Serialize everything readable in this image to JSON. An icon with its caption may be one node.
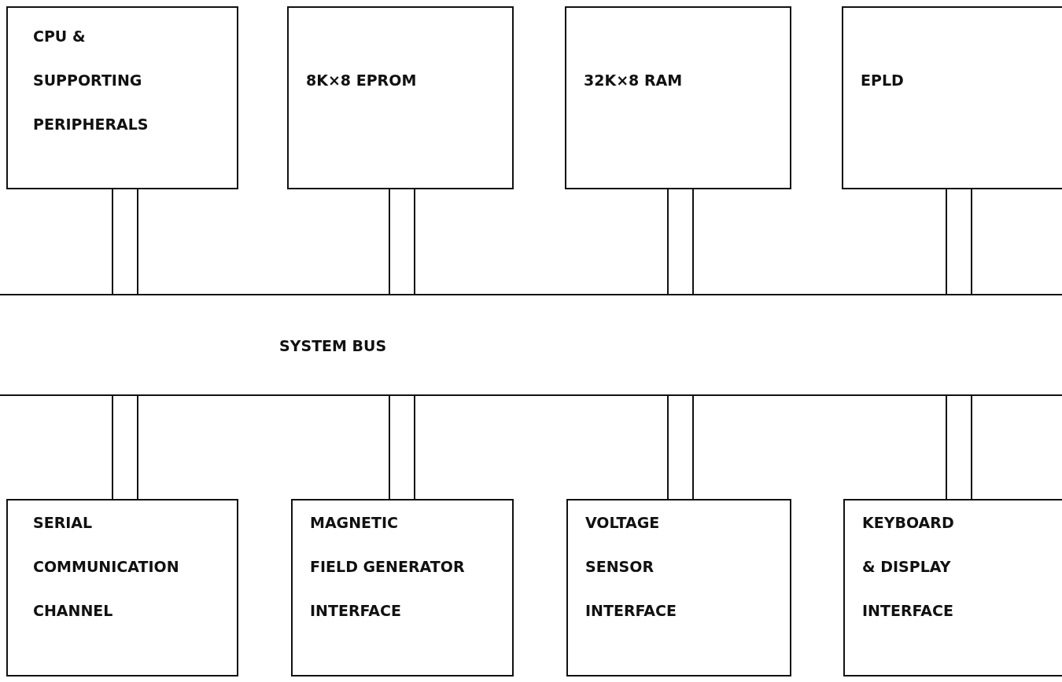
{
  "diagram": {
    "nodes": [
      {
        "text": [
          "CPU & SUPPORTING PERIPHERALS"
        ]
      },
      {
        "text": [
          "8K×8 EPROM"
        ]
      },
      {
        "text": [
          "32K×8 RAM"
        ]
      },
      {
        "text": [
          "EPLD"
        ]
      },
      {
        "text": [
          "SYSTEM BUS"
        ]
      },
      {
        "text": [
          "SERIAL COMMUNICATION CHANNEL"
        ]
      },
      {
        "text": [
          "MAGNETIC FIELD GENERATOR INTERFACE"
        ]
      },
      {
        "text": [
          "VOLTAGE SENSOR INTERFACE"
        ]
      },
      {
        "text": [
          "KEYBOARD & DISPLAY INTERFACE"
        ]
      }
    ],
    "edges": [
      {
        "from": 0,
        "to": 4,
        "arrow": "none"
      },
      {
        "from": 1,
        "to": 4,
        "arrow": "none"
      },
      {
        "from": 2,
        "to": 4,
        "arrow": "none"
      },
      {
        "from": 3,
        "to": 4,
        "arrow": "none"
      },
      {
        "from": 4,
        "to": 5,
        "arrow": "none"
      },
      {
        "from": 4,
        "to": 6,
        "arrow": "none"
      },
      {
        "from": 4,
        "to": 7,
        "arrow": "none"
      },
      {
        "from": 4,
        "to": 8,
        "arrow": "none"
      }
    ]
  }
}
